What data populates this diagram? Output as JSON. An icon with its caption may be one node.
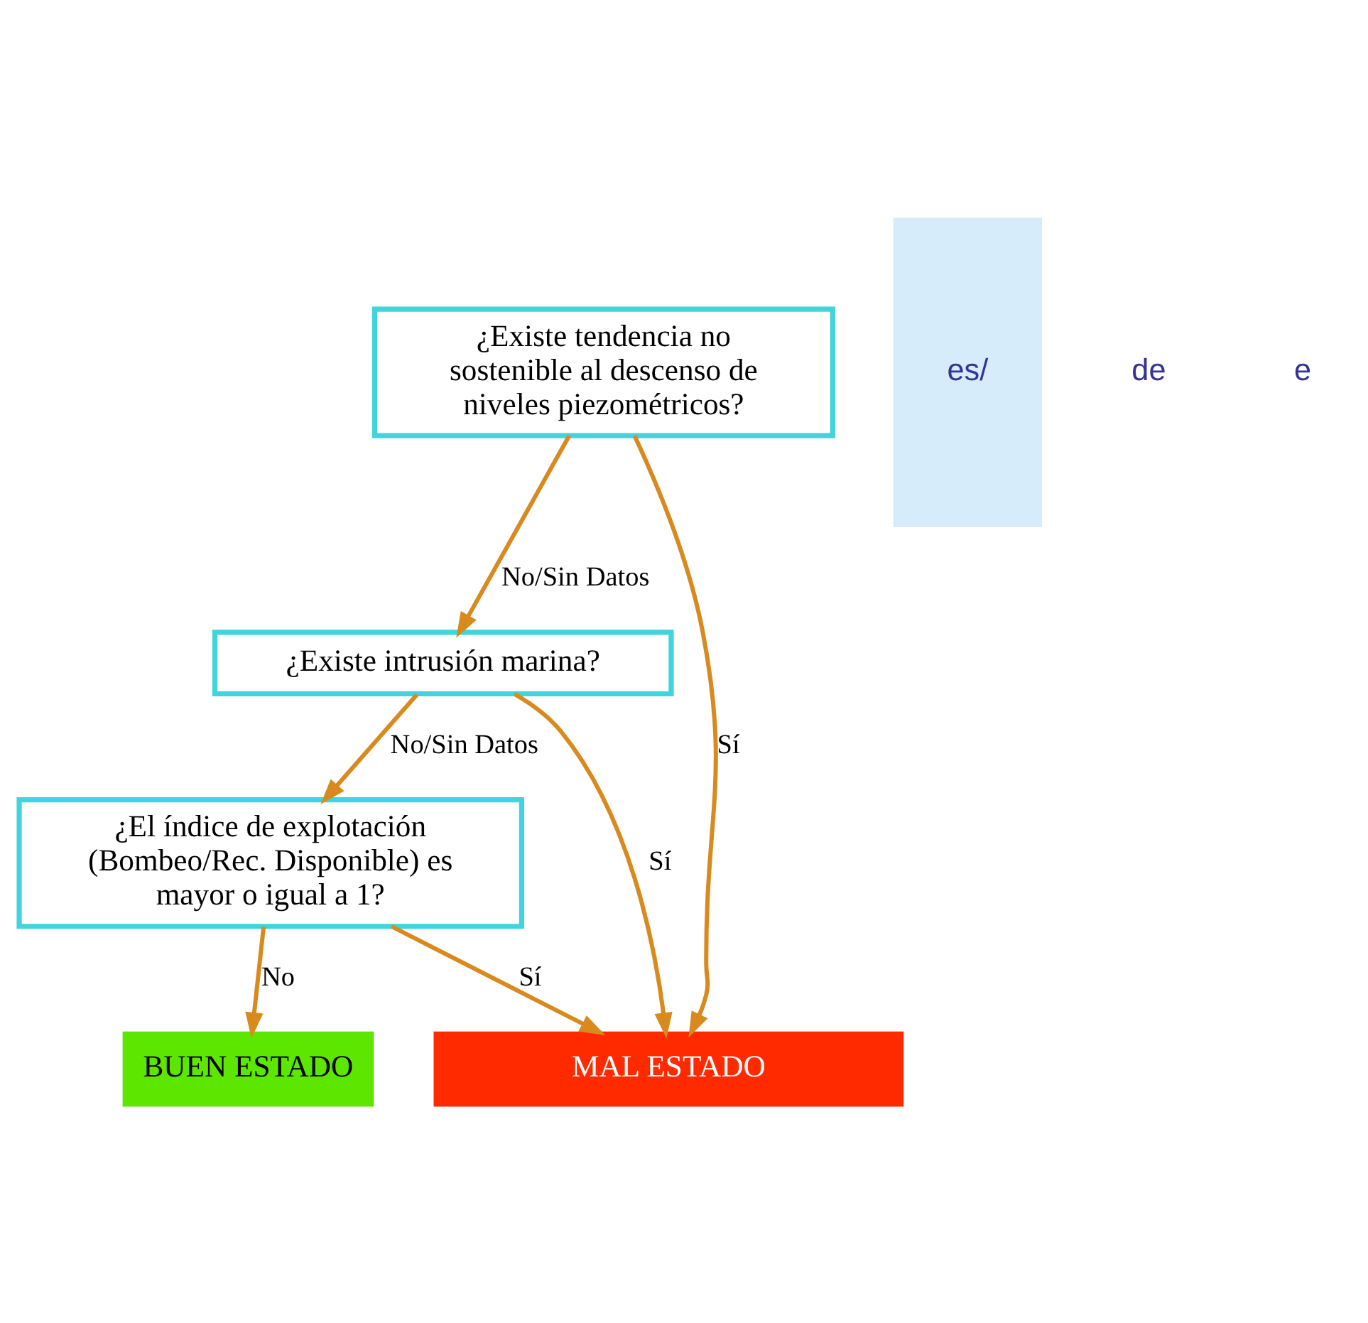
{
  "diagram": {
    "nodes": [
      {
        "text": [
          "¿Existe tendencia no sostenible al descenso de niveles piezométricos?"
        ]
      },
      {
        "text": [
          "¿Existe intrusión marina?"
        ]
      },
      {
        "text": [
          "¿El índice de explotación (Bombeo/Rec. Disponible) es mayor o igual a 1?"
        ]
      },
      {
        "text": [
          "MAL ESTADO"
        ]
      },
      {
        "text": [
          "BUEN ESTADO"
        ]
      },
      {
        "text": [
          "es/"
        ]
      }
    ],
    "edges": [
      {
        "from": 0,
        "to": 3,
        "arrow": "to",
        "label": "Sí"
      },
      {
        "from": 0,
        "to": 1,
        "arrow": "to",
        "label": "No/Sin Datos"
      },
      {
        "from": 1,
        "to": 3,
        "arrow": "to",
        "label": "Sí"
      },
      {
        "from": 1,
        "to": 2,
        "arrow": "to",
        "label": "No/Sin Datos"
      },
      {
        "from": 2,
        "to": 3,
        "arrow": "to",
        "label": "Sí"
      },
      {
        "from": 2,
        "to": 4,
        "arrow": "to",
        "label": "No"
      }
    ],
    "labels": [
      "de",
      "e"
    ]
  }
}
